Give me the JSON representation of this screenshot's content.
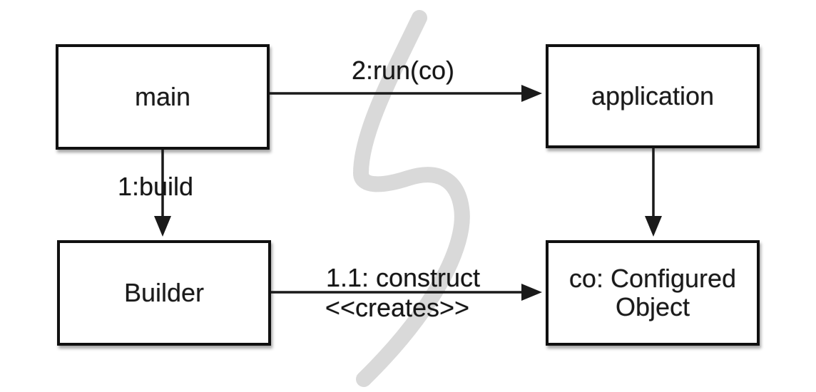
{
  "diagram": {
    "type": "uml-communication-diagram",
    "colors": {
      "background": "#ffffff",
      "node_fill": "#ffffff",
      "node_border": "#101010",
      "edge": "#1a1a1a",
      "watermark": "#d9d9d9"
    },
    "watermark_icon": "swoosh-watermark-icon",
    "nodes": [
      {
        "id": "main",
        "label": "main"
      },
      {
        "id": "application",
        "label": "application"
      },
      {
        "id": "builder",
        "label": "Builder"
      },
      {
        "id": "configured-object",
        "label": "co: Configured Object"
      }
    ],
    "edges": [
      {
        "id": "run",
        "from": "main",
        "to": "application",
        "label": "2:run(co)"
      },
      {
        "id": "build",
        "from": "main",
        "to": "builder",
        "label": "1:build"
      },
      {
        "id": "construct",
        "from": "builder",
        "to": "configured-object",
        "label": "1.1: construct",
        "stereotype": "<<creates>>"
      },
      {
        "id": "app-to-co",
        "from": "application",
        "to": "configured-object",
        "label": ""
      }
    ]
  }
}
